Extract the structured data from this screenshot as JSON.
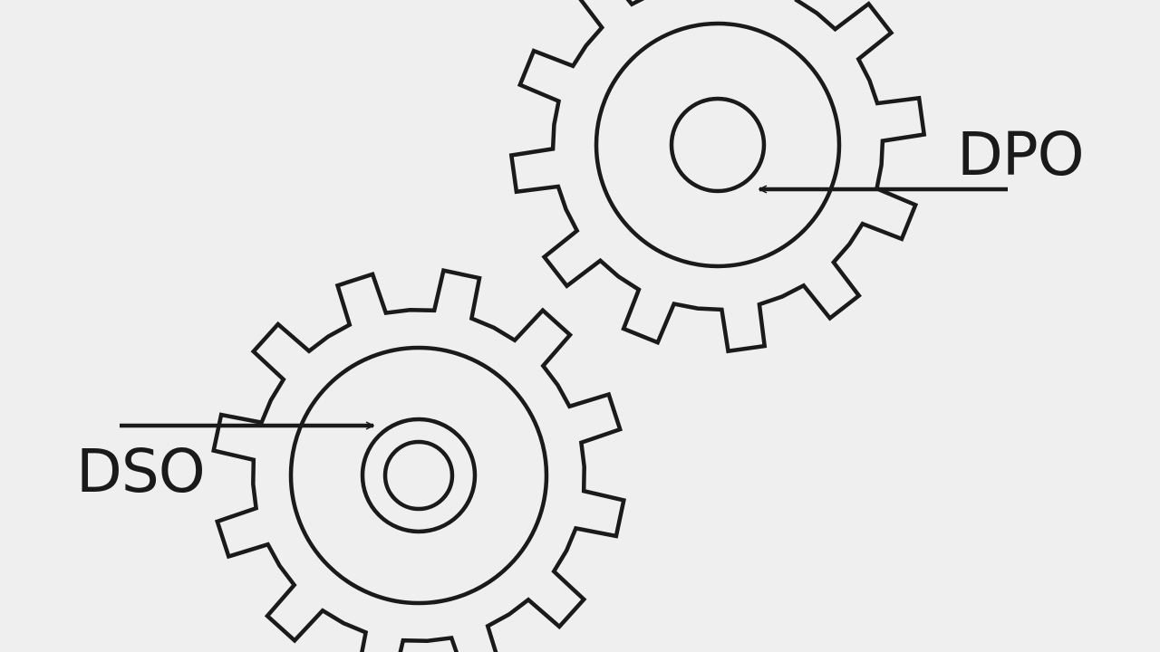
{
  "colors": {
    "background": "#efefef",
    "stroke": "#1a1a1a"
  },
  "gears": [
    {
      "name": "gear-dpo",
      "label": "DPO",
      "teeth": 12,
      "hub_rings": 1
    },
    {
      "name": "gear-dso",
      "label": "DSO",
      "teeth": 12,
      "hub_rings": 2
    }
  ]
}
